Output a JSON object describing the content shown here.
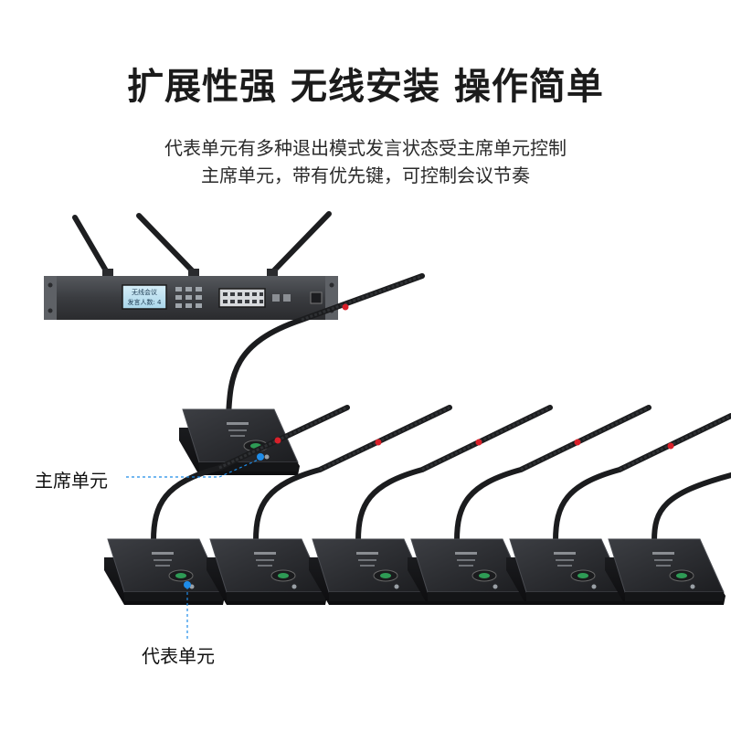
{
  "headline": "扩展性强 无线安装 操作简单",
  "description": {
    "line1": "代表单元有多种退出模式发言状态受主席单元控制",
    "line2": "主席单元，带有优先键，可控制会议节奏"
  },
  "callouts": {
    "chair_unit": "主席单元",
    "delegate_unit": "代表单元"
  },
  "host_display": {
    "line1": "无线会议",
    "line2": "发言人数: 4"
  },
  "colors": {
    "accent_blue": "#1e8ce8",
    "mic_ring": "#d9202a",
    "unit_body": "#2b2d31",
    "host_body": "#3a3c40",
    "screen": "#bfe3f2"
  },
  "delegate_count": 6
}
